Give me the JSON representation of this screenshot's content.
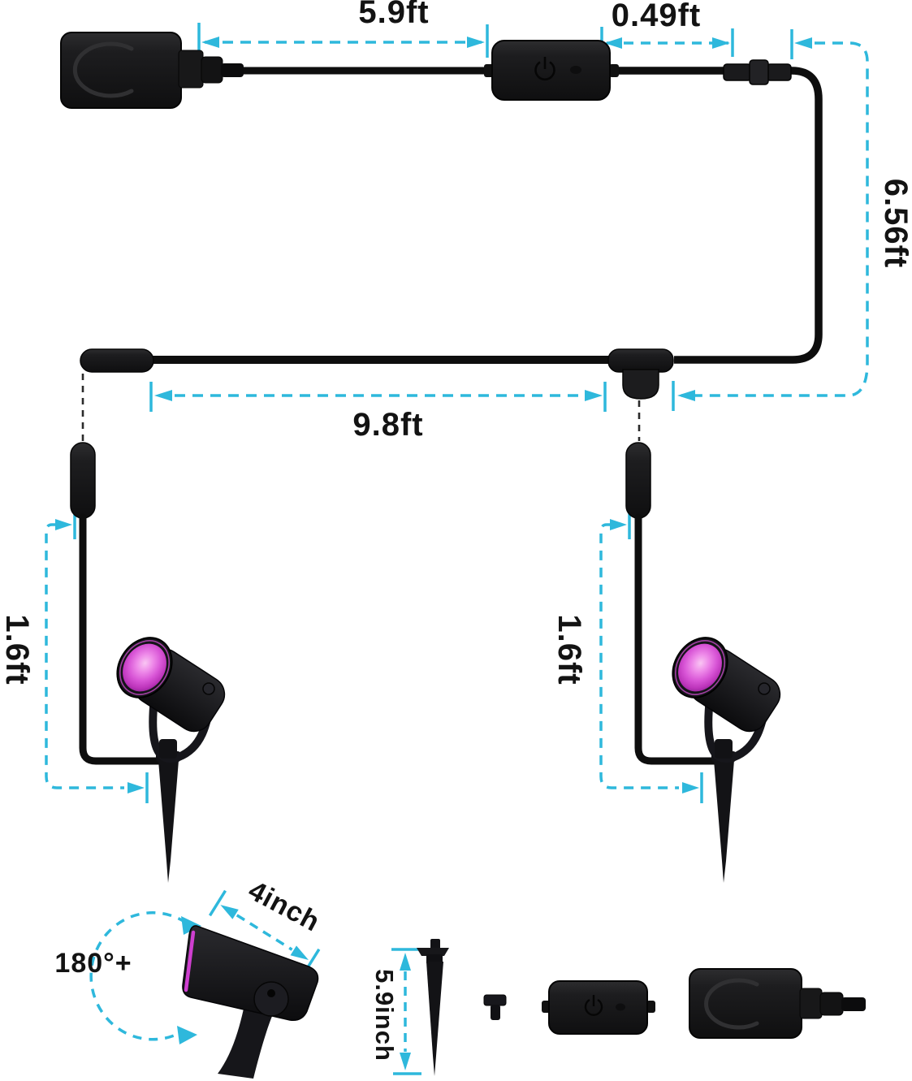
{
  "diagram": {
    "kind": "outdoor smart spotlight kit — dimension diagram",
    "dimensions": {
      "adapter_to_controller": "5.9ft",
      "controller_to_connector": "0.49ft",
      "vertical_run": "6.56ft",
      "horizontal_run": "9.8ft",
      "left_light_lead": "1.6ft",
      "right_light_lead": "1.6ft",
      "light_head_length": "4inch",
      "rotation_range": "180°+",
      "ground_stake_length": "5.9inch"
    },
    "icons": {
      "power_button_icon": "⏻",
      "ground_stake_icon": "▼",
      "spotlight_lens_icon": "●"
    },
    "colors": {
      "dimension_accent": "#2eb8dc",
      "device_black": "#161616",
      "cable_black": "#0e0e0e",
      "lens_magenta": "#d855d6",
      "stripe_magenta": "#cf3fd0",
      "background": "#ffffff"
    }
  }
}
